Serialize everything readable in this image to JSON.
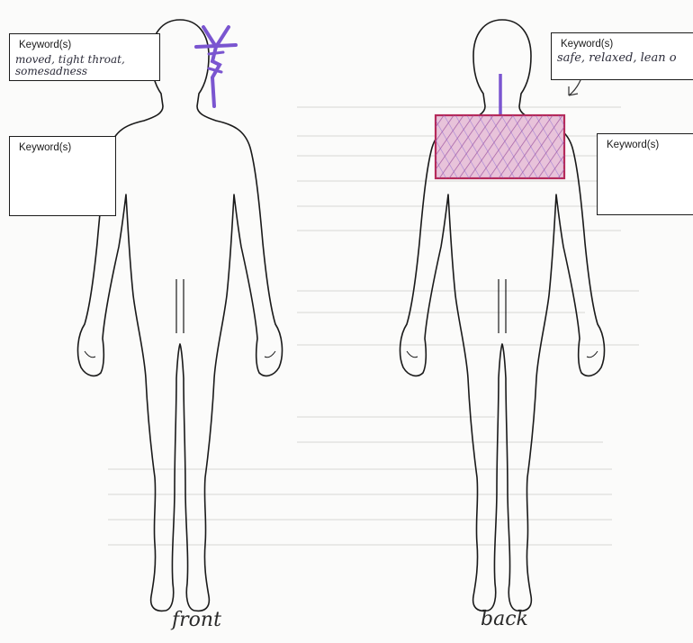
{
  "boxes": {
    "front_top": {
      "label": "Keyword(s)",
      "line1": "moved, tight throat,",
      "line2": "somesadness"
    },
    "front_mid": {
      "label": "Keyword(s)"
    },
    "back_top": {
      "label": "Keyword(s)",
      "line1": "safe, relaxed, lean o"
    },
    "back_mid": {
      "label": "Keyword(s)"
    }
  },
  "captions": {
    "front": "front",
    "back": "back"
  },
  "colors": {
    "marker_purple": "#7a55d0",
    "marker_red": "#b52a5a",
    "outline": "#1a1a1a"
  }
}
